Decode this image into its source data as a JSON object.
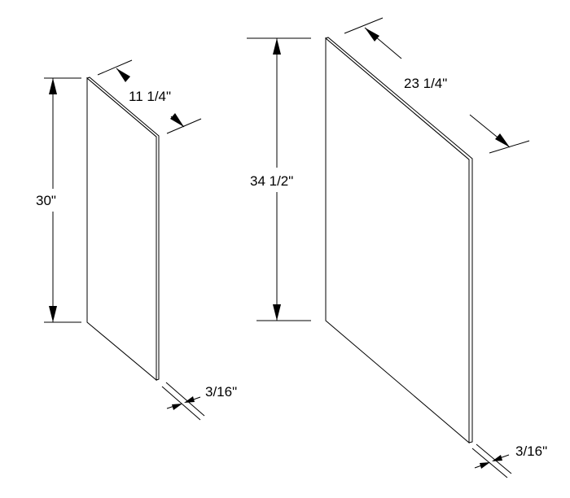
{
  "small_panel": {
    "height": "30\"",
    "depth": "11 1/4\"",
    "thickness": "3/16\""
  },
  "large_panel": {
    "height": "34 1/2\"",
    "depth": "23 1/4\"",
    "thickness": "3/16\""
  },
  "colors": {
    "line": "#000000",
    "background": "#ffffff"
  }
}
